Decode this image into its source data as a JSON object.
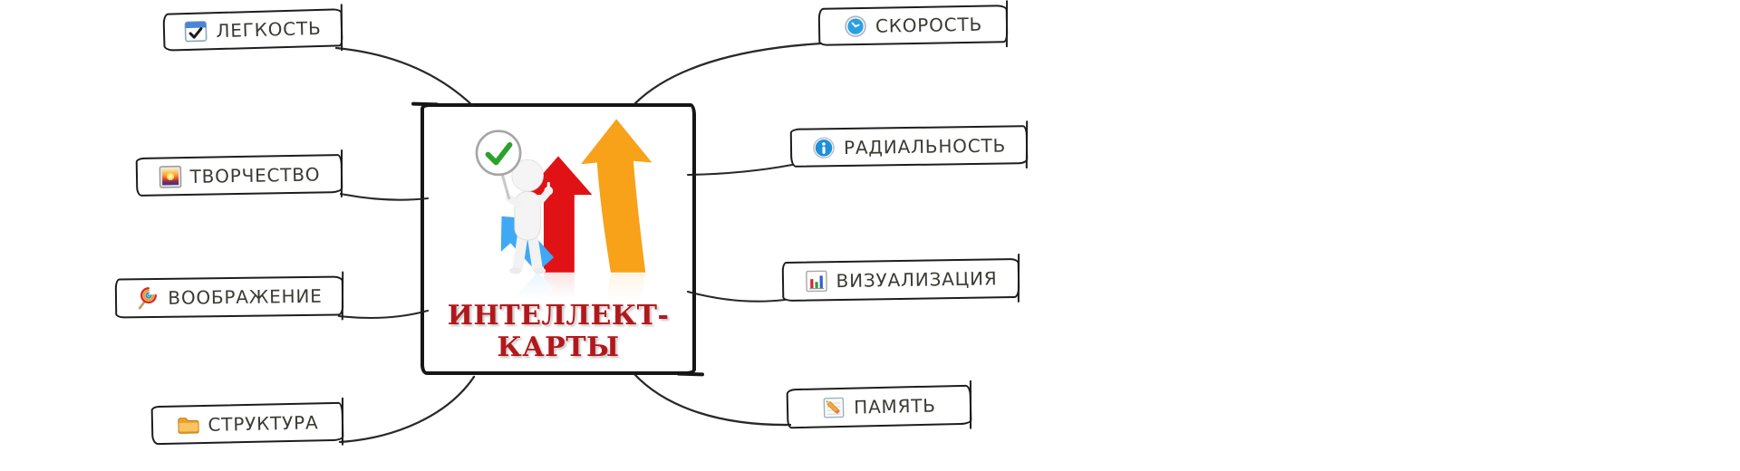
{
  "app": {
    "type": "mind-map-screenshot"
  },
  "central_node": {
    "title_line1": "ИНТЕЛЛЕКТ-",
    "title_line2": "КАРТЫ",
    "illustration": "figure-holding-checkmark-sign-with-three-growth-arrows"
  },
  "branches": {
    "left": [
      {
        "label": "ЛЕГКОСТЬ",
        "icon": "checkbox-icon"
      },
      {
        "label": "ТВОРЧЕСТВО",
        "icon": "picture-sunset-icon"
      },
      {
        "label": "ВООБРАЖЕНИЕ",
        "icon": "lollipop-spiral-icon"
      },
      {
        "label": "СТРУКТУРА",
        "icon": "folder-icon"
      }
    ],
    "right": [
      {
        "label": "СКОРОСТЬ",
        "icon": "clock-icon"
      },
      {
        "label": "РАДИАЛЬНОСТЬ",
        "icon": "info-icon"
      },
      {
        "label": "ВИЗУАЛИЗАЦИЯ",
        "icon": "bar-chart-icon"
      },
      {
        "label": "ПАМЯТЬ",
        "icon": "note-pencil-icon"
      }
    ]
  },
  "colors": {
    "background": "#ffffff",
    "node_fill": "#ffffff",
    "node_border": "#1d1d1d",
    "label_text": "#3b3b34",
    "connector": "#1d1d1d",
    "central_title": "#b2181b",
    "arrow_blue": "#3fa9f5",
    "arrow_red": "#e01216",
    "arrow_orange": "#f7a219",
    "check_green": "#2ca22c"
  }
}
